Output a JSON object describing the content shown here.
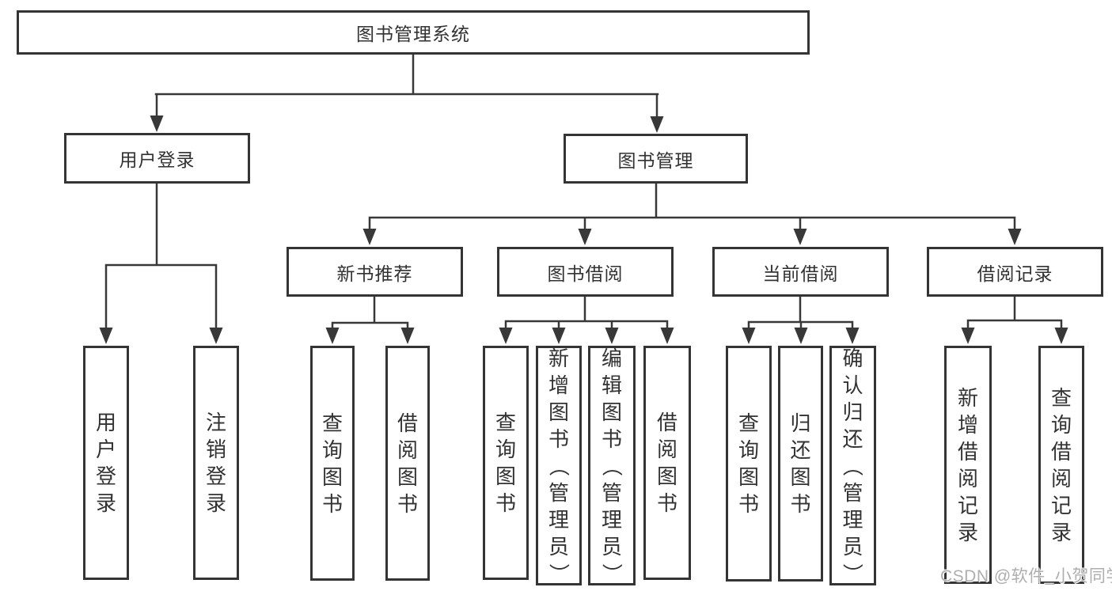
{
  "diagram": {
    "title": "图书管理系统",
    "branches": [
      {
        "label": "用户登录",
        "children": [
          {
            "label": "用户登录"
          },
          {
            "label": "注销登录"
          }
        ]
      },
      {
        "label": "图书管理",
        "groups": [
          {
            "label": "新书推荐",
            "children": [
              {
                "label": "查询图书"
              },
              {
                "label": "借阅图书"
              }
            ]
          },
          {
            "label": "图书借阅",
            "children": [
              {
                "label": "查询图书"
              },
              {
                "label": "新增图书（管理员）"
              },
              {
                "label": "编辑图书（管理员）"
              },
              {
                "label": "借阅图书"
              }
            ]
          },
          {
            "label": "当前借阅",
            "children": [
              {
                "label": "查询图书"
              },
              {
                "label": "归还图书"
              },
              {
                "label": "确认归还（管理员）"
              }
            ]
          },
          {
            "label": "借阅记录",
            "children": [
              {
                "label": "新增借阅记录"
              },
              {
                "label": "查询借阅记录"
              }
            ]
          }
        ]
      }
    ]
  },
  "watermark": {
    "text": "CSDN @软件_小贺同学"
  },
  "colors": {
    "line": "#383838",
    "box_border": "#343434",
    "box_background": "#ffffff",
    "text": "#323232",
    "watermark": "#aeaeae"
  }
}
